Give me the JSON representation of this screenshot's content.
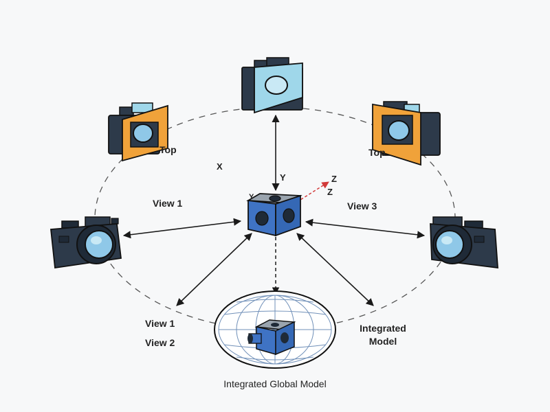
{
  "labels": {
    "top_left": "Top",
    "top_right": "Top",
    "x_axis": "X",
    "y_axis": "Y",
    "z_axis": "Z",
    "z_axis_2": "Z",
    "cube_small_y": "Y",
    "view1_upper": "View 1",
    "view3": "View 3",
    "view1_lower": "View 1",
    "view2": "View 2",
    "integrated_model_line1": "Integrated",
    "integrated_model_line2": "Model",
    "integrated_global_model": "Integrated Global Model"
  },
  "colors": {
    "camera_body": "#2d3a4a",
    "camera_dark": "#1f2a37",
    "lens": "#8fc8e8",
    "orange_panel": "#f0a23a",
    "cyan_panel": "#9fd7ea",
    "cube": "#3f73c4",
    "cube_top": "#9aa4ae",
    "arrow": "#1a1a1a",
    "z_axis": "#d23a3a",
    "globe_line": "#6f8fb8",
    "dashed_circle": "#555555"
  },
  "icons": [
    "camera-icon",
    "cube-icon",
    "globe-icon"
  ]
}
